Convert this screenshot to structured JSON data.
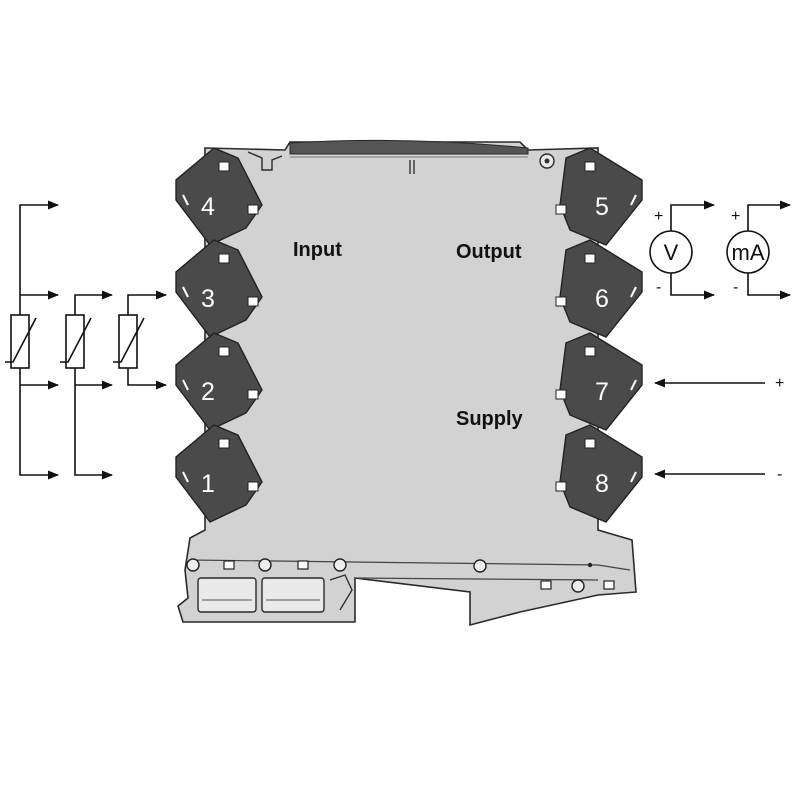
{
  "labels": {
    "input": "Input",
    "output": "Output",
    "supply": "Supply"
  },
  "terminals": [
    "1",
    "2",
    "3",
    "4",
    "5",
    "6",
    "7",
    "8"
  ],
  "meters": {
    "voltage": "V",
    "current": "mA"
  },
  "signs": {
    "plus": "+",
    "minus": "-"
  },
  "colors": {
    "housing": "#d2d2d2",
    "terminal": "#4a4a4a",
    "outline": "#2a2a2a",
    "wire": "#111111"
  }
}
